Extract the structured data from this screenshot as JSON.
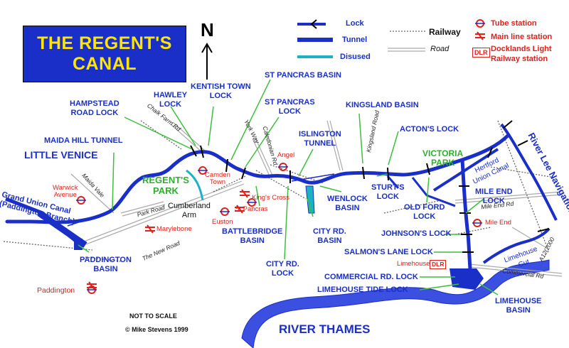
{
  "title": {
    "line1": "THE REGENT'S",
    "line2": "CANAL"
  },
  "north": "N",
  "legend": {
    "lock": "Lock",
    "tunnel": "Tunnel",
    "disused": "Disused",
    "railway": "Railway",
    "road": "Road",
    "tube": "Tube station",
    "mainline": "Main line station",
    "dlr_badge": "DLR",
    "dlr1": "Docklands Light",
    "dlr2": "Railway station"
  },
  "places": {
    "little_venice": "LITTLE VENICE",
    "maida_hill": "MAIDA HILL TUNNEL",
    "hampstead1": "HAMPSTEAD",
    "hampstead2": "ROAD LOCK",
    "hawley1": "HAWLEY",
    "hawley2": "LOCK",
    "kentish1": "KENTISH TOWN",
    "kentish2": "LOCK",
    "stp_basin": "ST PANCRAS BASIN",
    "stp_lock1": "ST PANCRAS",
    "stp_lock2": "LOCK",
    "kingsland": "KINGSLAND BASIN",
    "islington1": "ISLINGTON",
    "islington2": "TUNNEL",
    "actons": "ACTON'S LOCK",
    "grand_union1": "Grand Union Canal",
    "grand_union2": "(Paddington Branch)",
    "paddington_basin1": "PADDINGTON",
    "paddington_basin2": "BASIN",
    "cumberland1": "Cumberland",
    "cumberland2": "Arm",
    "battlebridge1": "BATTLEBRIDGE",
    "battlebridge2": "BASIN",
    "wenlock1": "WENLOCK",
    "wenlock2": "BASIN",
    "sturts1": "STURT'S",
    "sturts2": "LOCK",
    "city_basin1": "CITY RD.",
    "city_basin2": "BASIN",
    "city_lock1": "CITY RD.",
    "city_lock2": "LOCK",
    "old_ford1": "OLD FORD",
    "old_ford2": "LOCK",
    "mile_end1": "MILE END",
    "mile_end2": "LOCK",
    "johnsons": "JOHNSON'S LOCK",
    "salmons": "SALMON'S LANE LOCK",
    "commercial": "COMMERCIAL RD. LOCK",
    "limehouse_tide": "LIMEHOUSE TIDE LOCK",
    "limehouse_basin1": "LIMEHOUSE",
    "limehouse_basin2": "BASIN",
    "thames": "RIVER THAMES",
    "lee": "River Lee Navigation",
    "regents_park1": "REGENT'S",
    "regents_park2": "PARK",
    "victoria_park1": "VICTORIA",
    "victoria_park2": "PARK",
    "hertford1": "Hertford",
    "hertford2": "Union Canal",
    "limehouse_cut1": "Limehouse",
    "limehouse_cut2": "Cut"
  },
  "stations": {
    "warwick1": "Warwick",
    "warwick2": "Avenue",
    "marylebone": "Marylebone",
    "paddington": "Paddington",
    "camden1": "Camden",
    "camden2": "Town",
    "euston": "Euston",
    "st_pancras": "St Pancras",
    "kings_cross": "King's Cross",
    "angel": "Angel",
    "mile_end": "Mile End",
    "limehouse": "Limehouse",
    "limehouse_dlr": "DLR"
  },
  "roads": {
    "chalk_farm": "Chalk Farm Rd",
    "york_way": "York Way",
    "caledonian": "Caledonian Rd",
    "kingsland_road": "Kingsland Road",
    "maida_vale": "Maida Vale",
    "park_road": "Park Road",
    "new_road": "The New Road",
    "mile_end_rd": "Mile End Rd",
    "commercial_rd": "Commercial Rd",
    "a12": "A12(2000"
  },
  "footer": {
    "scale": "NOT TO SCALE",
    "copyright": "© Mike Stevens 1999"
  },
  "colors": {
    "canal": "#1a2ec8",
    "label": "#1a2ec8",
    "pointer": "#3fbf3f",
    "tube": "#e0201b",
    "disused": "#1bb3c2",
    "title_text": "#ffe600"
  }
}
